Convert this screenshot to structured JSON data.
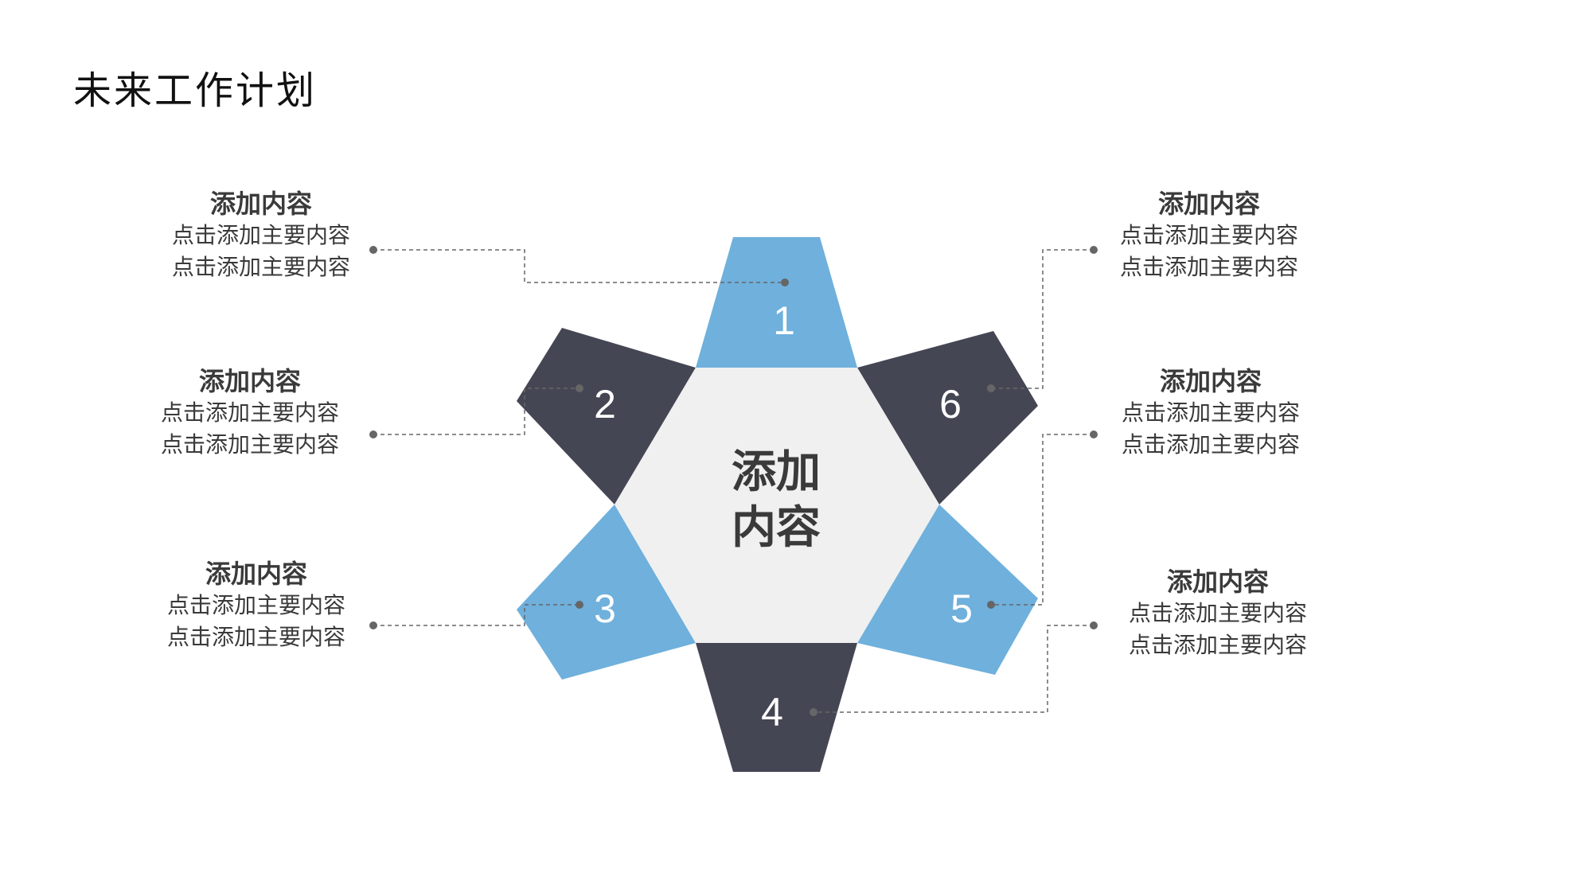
{
  "title": "未来工作计划",
  "center": {
    "line1": "添加",
    "line2": "内容"
  },
  "petals": [
    {
      "number": "1",
      "color": "#6fb0dc"
    },
    {
      "number": "2",
      "color": "#454654"
    },
    {
      "number": "3",
      "color": "#6fb0dc"
    },
    {
      "number": "4",
      "color": "#454654"
    },
    {
      "number": "5",
      "color": "#6fb0dc"
    },
    {
      "number": "6",
      "color": "#454654"
    }
  ],
  "hexagon_color": "#f0f0f0",
  "connector_color": "#666666",
  "items": [
    {
      "heading": "添加内容",
      "line1": "点击添加主要内容",
      "line2": "点击添加主要内容"
    },
    {
      "heading": "添加内容",
      "line1": "点击添加主要内容",
      "line2": "点击添加主要内容"
    },
    {
      "heading": "添加内容",
      "line1": "点击添加主要内容",
      "line2": "点击添加主要内容"
    },
    {
      "heading": "添加内容",
      "line1": "点击添加主要内容",
      "line2": "点击添加主要内容"
    },
    {
      "heading": "添加内容",
      "line1": "点击添加主要内容",
      "line2": "点击添加主要内容"
    },
    {
      "heading": "添加内容",
      "line1": "点击添加主要内容",
      "line2": "点击添加主要内容"
    }
  ]
}
